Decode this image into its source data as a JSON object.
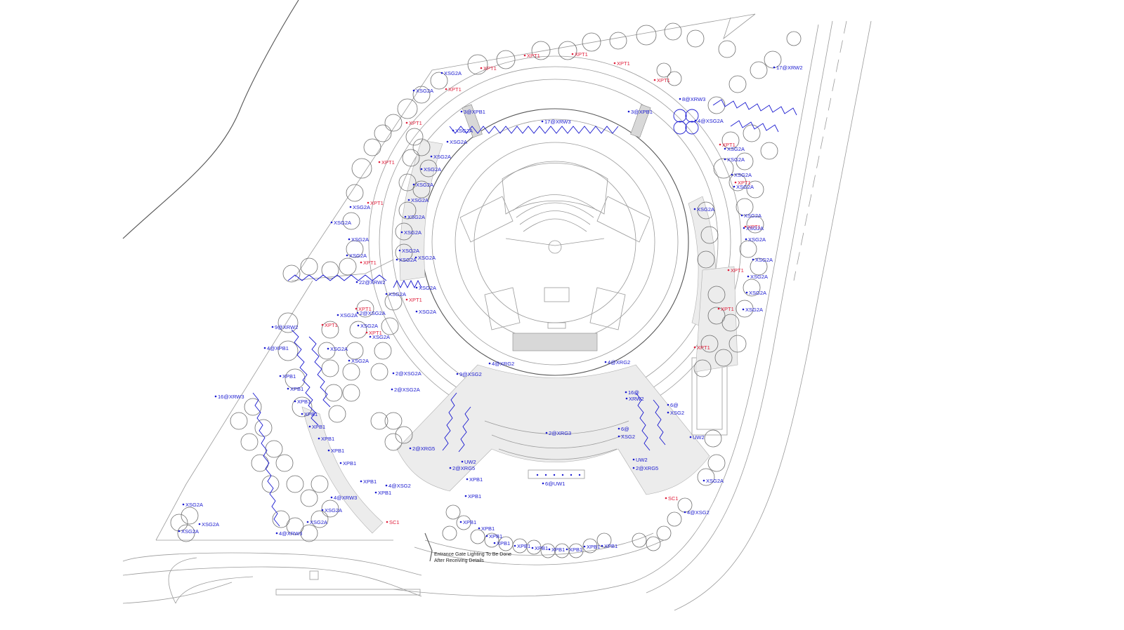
{
  "drawing": {
    "fixture_labels": [
      "XSG2A",
      "XSG2A",
      "XPT1",
      "XPT1",
      "XPT1",
      "XPT1",
      "XPT1",
      "XPT1",
      "XPT1",
      "3@XPB1",
      "3@XPB1",
      "17@XRW3",
      "17@XRW2",
      "8@XRW3",
      "4@XSG2A",
      "XSG2A",
      "XSG2A",
      "XSG2A",
      "XSG2A",
      "XSG2A",
      "XSG2A",
      "XSG2A",
      "XSG2A",
      "XSG2A",
      "XSG2A",
      "XSG2A",
      "XSG2A",
      "XSG2A",
      "XSG2A",
      "XSG2A",
      "XSG2A",
      "XSG2A",
      "XPT1",
      "XPT1",
      "XPT1",
      "XPT1",
      "XPT1",
      "XPT1",
      "XPT1",
      "XPT1",
      "XSG2A",
      "XSG2A",
      "XSG2A",
      "XSG2A",
      "XSG2A",
      "XSG2A",
      "XSG2A",
      "XSG2A",
      "XPT1",
      "XPT1",
      "XPT1",
      "XPT1",
      "XPT1",
      "22@XRW2",
      "9@XRW2",
      "4@XPB1",
      "16@XRW3",
      "XPB1",
      "XPB1",
      "XPB1",
      "XPB1",
      "XPB1",
      "XPB1",
      "XPB1",
      "XPB1",
      "XSG2A",
      "XSG2A",
      "XSG2A",
      "XSG2A",
      "XSG2A",
      "XSG2A",
      "XSG2A",
      "XSG2A",
      "2@XSG2A",
      "2@XSG2A",
      "2@XSG2A",
      "XSG2A",
      "XSG2A",
      "9@XSG2",
      "4@XRG2",
      "4@XRG2",
      "16@",
      "XRW2",
      "6@",
      "XSG2",
      "6@",
      "XSG2",
      "2@XRG3",
      "6@UW1",
      "UW2",
      "UW2",
      "UW2",
      "2@XRG5",
      "2@XRG5",
      "2@XRG5",
      "XPB1",
      "XPB1",
      "XPB1",
      "XPB1",
      "XPB1",
      "XPB1",
      "XPB1",
      "XPB1",
      "XPB1",
      "XPB1",
      "XPB1",
      "XPB1",
      "XPB1",
      "XPB1",
      "4@XSG2",
      "4@XSG2",
      "SC1",
      "SC1",
      "4@XRW3",
      "4@XRW3",
      "XSG2A",
      "XSG2A",
      "XSG2A",
      "XSG2A",
      "XSG2A",
      "XSG2A"
    ],
    "note": {
      "line1": "Entrance Gate Lighting To Be Done",
      "line2": "After Receiving Details"
    },
    "colors": {
      "fixture_label": "#1a1ad0",
      "pole_label": "#e0203c",
      "linework": "#9a9a9a",
      "tree_outline": "#6e6e6e"
    }
  }
}
